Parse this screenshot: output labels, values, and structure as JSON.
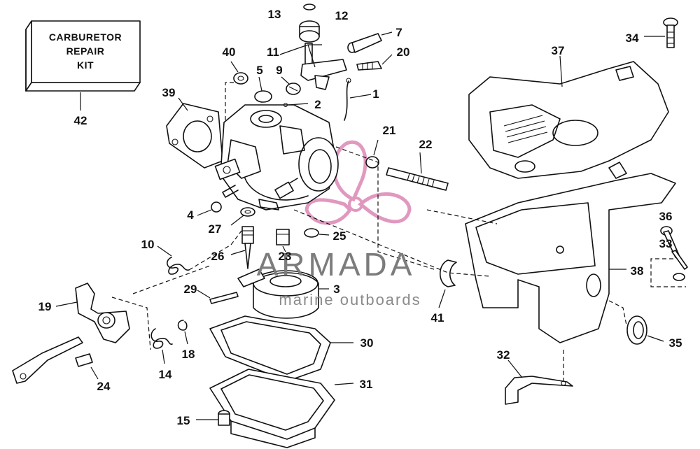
{
  "kit": {
    "line1": "CARBURETOR",
    "line2": "REPAIR",
    "line3": "KIT"
  },
  "watermark": {
    "brand": "ARMADA",
    "tagline": "marine outboards",
    "accent_color": "#d97fb0"
  },
  "callouts": {
    "c1": "1",
    "c2": "2",
    "c3": "3",
    "c4": "4",
    "c5": "5",
    "c7": "7",
    "c9": "9",
    "c10": "10",
    "c11": "11",
    "c12": "12",
    "c13": "13",
    "c14": "14",
    "c15": "15",
    "c18": "18",
    "c19": "19",
    "c20": "20",
    "c21": "21",
    "c22": "22",
    "c23": "23",
    "c24": "24",
    "c25": "25",
    "c26": "26",
    "c27": "27",
    "c29": "29",
    "c30": "30",
    "c31": "31",
    "c32": "32",
    "c33": "33",
    "c34": "34",
    "c35": "35",
    "c36": "36",
    "c37": "37",
    "c38": "38",
    "c39": "39",
    "c40": "40",
    "c41": "41",
    "c42": "42"
  }
}
